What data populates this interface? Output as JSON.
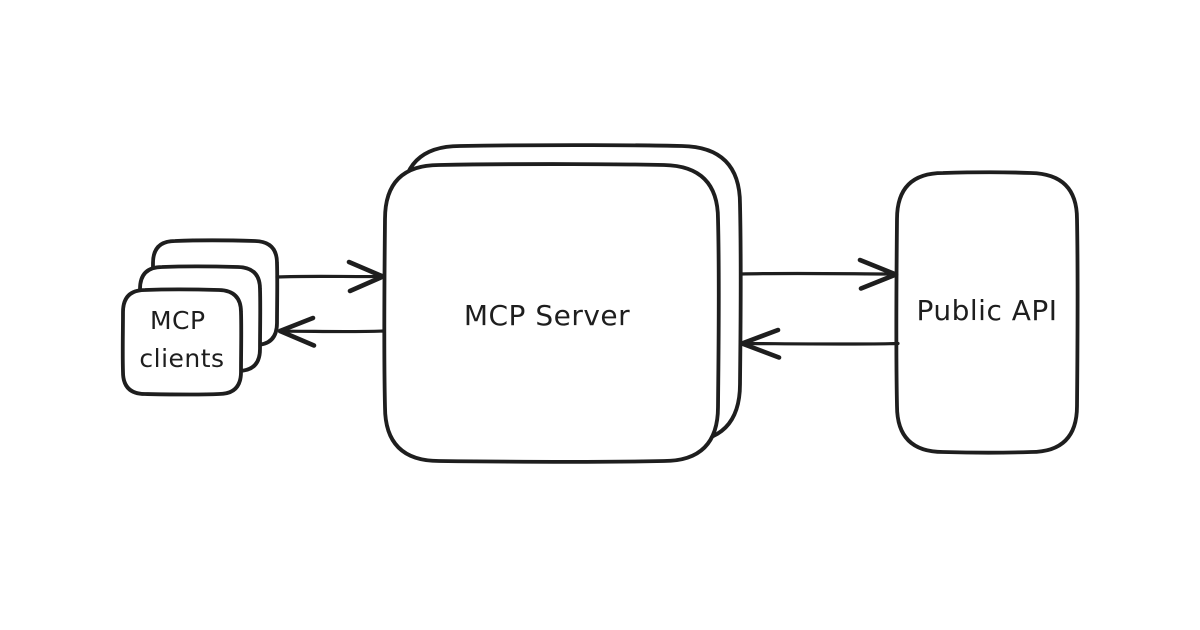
{
  "colors": {
    "ink": "#1e1e1e",
    "background": "#ffffff",
    "box_fill": "#ffffff"
  },
  "nodes": {
    "mcp_clients": {
      "label": "MCP clients",
      "label_lines": [
        "MCP",
        "clients"
      ],
      "stacked_count": 3
    },
    "mcp_server": {
      "label": "MCP Server",
      "stacked_count": 2
    },
    "public_api": {
      "label": "Public API"
    }
  },
  "edges": [
    {
      "from": "mcp_clients",
      "to": "mcp_server",
      "direction": "right"
    },
    {
      "from": "mcp_server",
      "to": "mcp_clients",
      "direction": "left"
    },
    {
      "from": "mcp_server",
      "to": "public_api",
      "direction": "right"
    },
    {
      "from": "public_api",
      "to": "mcp_server",
      "direction": "left"
    }
  ]
}
